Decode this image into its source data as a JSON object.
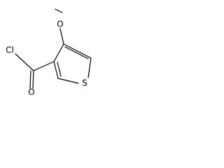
{
  "structure": {
    "atoms": [
      {
        "id": "methoxy-oxygen",
        "label": "O"
      },
      {
        "id": "chlorine",
        "label": "Cl"
      },
      {
        "id": "carbonyl-oxygen",
        "label": "O"
      },
      {
        "id": "thiophene-sulfur",
        "label": "S"
      }
    ]
  }
}
